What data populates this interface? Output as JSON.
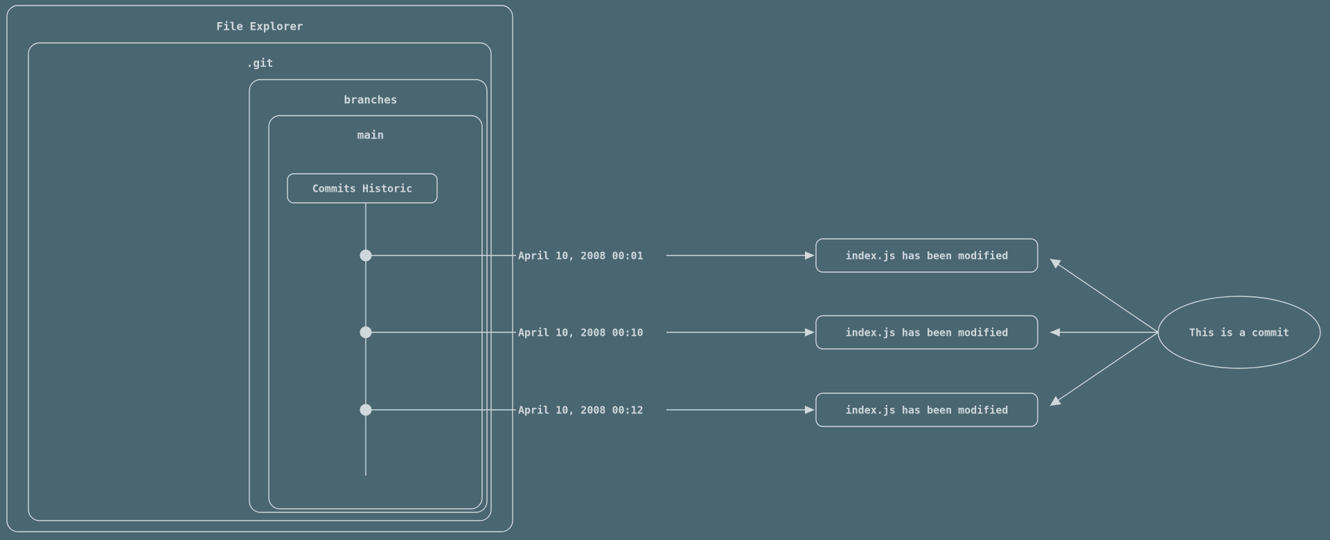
{
  "diagram": {
    "type": "flowchart",
    "background_color": "#4a6670",
    "stroke_color": "#cfd8dc",
    "clusters": [
      {
        "id": "file-explorer",
        "label": "File Explorer"
      },
      {
        "id": "git",
        "label": ".git"
      },
      {
        "id": "branches",
        "label": "branches"
      },
      {
        "id": "main",
        "label": "main"
      }
    ],
    "commits_node": {
      "label": "Commits Historic"
    },
    "timeline": {
      "commits": [
        {
          "index": 1,
          "date_label": "April 10, 2008 00:01"
        },
        {
          "index": 2,
          "date_label": "April 10, 2008 00:10"
        },
        {
          "index": 3,
          "date_label": "April 10, 2008 00:12"
        }
      ]
    },
    "message_nodes": [
      {
        "index": 1,
        "label": "index.js has been modified"
      },
      {
        "index": 2,
        "label": "index.js has been modified"
      },
      {
        "index": 3,
        "label": "index.js has been modified"
      }
    ],
    "annotation_node": {
      "label": "This is a commit"
    }
  }
}
